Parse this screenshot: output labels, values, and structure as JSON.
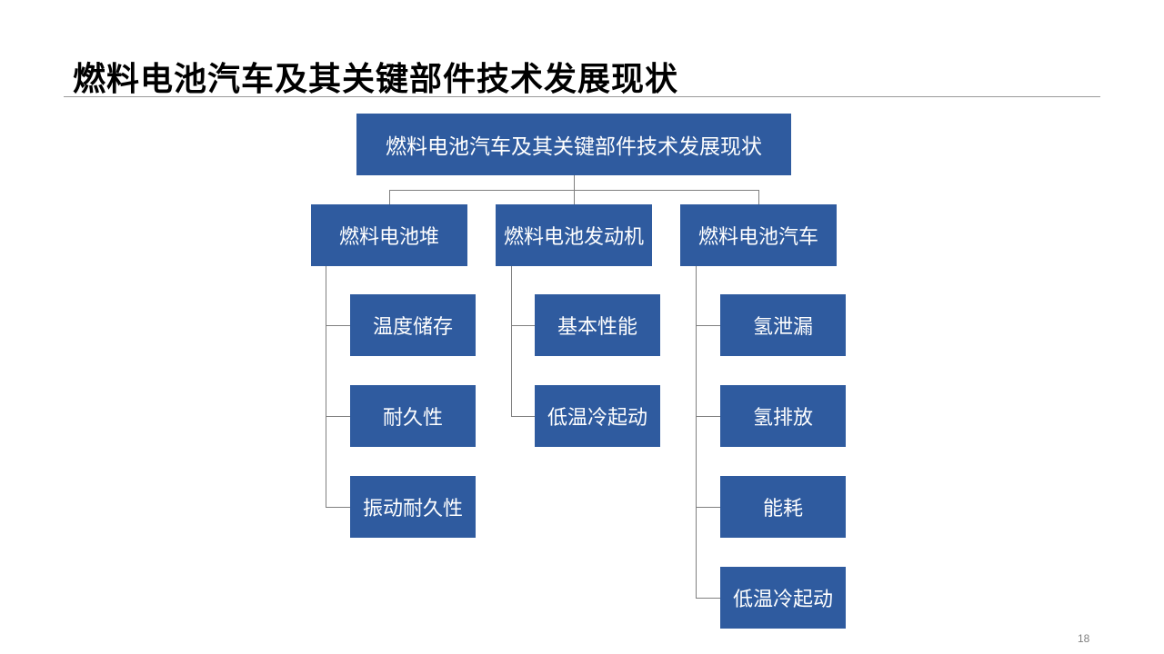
{
  "slide": {
    "title": "燃料电池汽车及其关键部件技术发展现状",
    "page_number": "18"
  },
  "diagram": {
    "root": "燃料电池汽车及其关键部件技术发展现状",
    "branches": [
      {
        "label": "燃料电池堆",
        "children": [
          "温度储存",
          "耐久性",
          "振动耐久性"
        ]
      },
      {
        "label": "燃料电池发动机",
        "children": [
          "基本性能",
          "低温冷起动"
        ]
      },
      {
        "label": "燃料电池汽车",
        "children": [
          "氢泄漏",
          "氢排放",
          "能耗",
          "低温冷起动"
        ]
      }
    ]
  },
  "colors": {
    "box_fill": "#2f5b9f",
    "box_text": "#ffffff",
    "connector": "#7f7f7f"
  }
}
